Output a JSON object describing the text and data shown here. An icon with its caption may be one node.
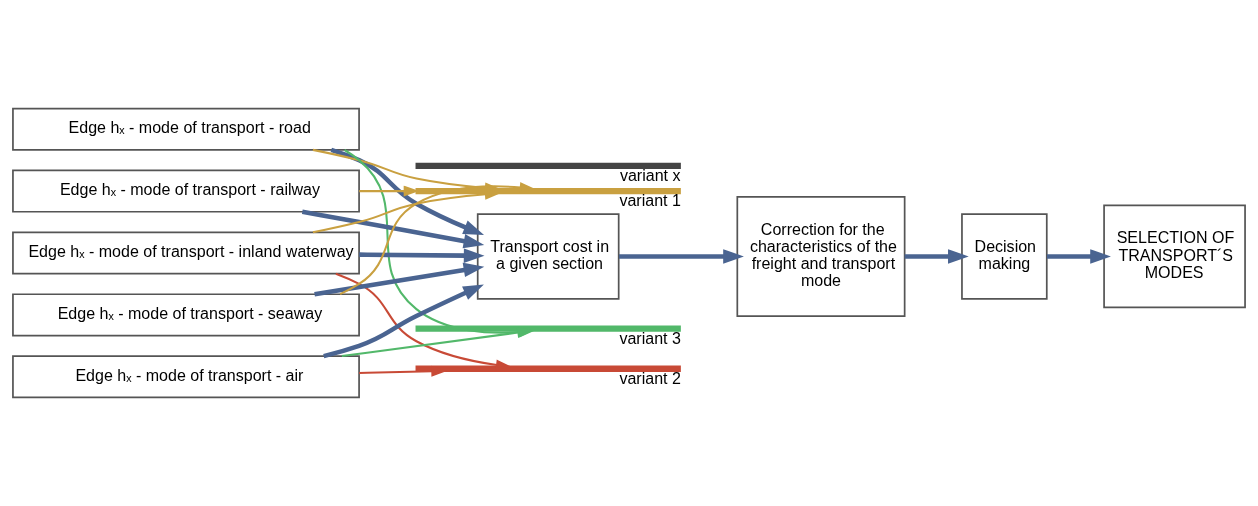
{
  "diagram": {
    "nodes": [
      {
        "text": [
          "Edge hₓ - mode of transport - road"
        ]
      },
      {
        "text": [
          "Edge hₓ - mode of transport - railway"
        ]
      },
      {
        "text": [
          "Edge hₓ - mode of transport - inland waterway"
        ]
      },
      {
        "text": [
          "Edge hₓ - mode of transport - seaway"
        ]
      },
      {
        "text": [
          "Edge hₓ - mode of transport - air"
        ]
      },
      {
        "text": [
          "Transport cost in a given section"
        ]
      },
      {
        "text": [
          "Correction for the characteristics of the freight and transport mode"
        ]
      },
      {
        "text": [
          "Decision making"
        ]
      },
      {
        "text": [
          "SELECTION OF TRANSPORT´S MODES"
        ]
      },
      {
        "text": [],
        "shape": "bar",
        "beside": [
          "variant 1"
        ]
      },
      {
        "text": [],
        "shape": "bar",
        "beside": [
          "variant 2"
        ]
      },
      {
        "text": [],
        "shape": "bar",
        "beside": [
          "variant 3"
        ]
      },
      {
        "text": [],
        "shape": "bar",
        "beside": [
          "variant x"
        ]
      }
    ],
    "edges": [
      {
        "from": 0,
        "to": 5,
        "arrow": "to",
        "style": "thick",
        "color": "#4a6491"
      },
      {
        "from": 1,
        "to": 5,
        "arrow": "to",
        "style": "thick",
        "color": "#4a6491"
      },
      {
        "from": 2,
        "to": 5,
        "arrow": "to",
        "style": "thick",
        "color": "#4a6491"
      },
      {
        "from": 3,
        "to": 5,
        "arrow": "to",
        "style": "thick",
        "color": "#4a6491"
      },
      {
        "from": 4,
        "to": 5,
        "arrow": "to",
        "style": "thick",
        "color": "#4a6491"
      },
      {
        "from": 5,
        "to": 6,
        "arrow": "to",
        "style": "thick",
        "color": "#4a6491"
      },
      {
        "from": 6,
        "to": 7,
        "arrow": "to",
        "style": "thick",
        "color": "#4a6491"
      },
      {
        "from": 7,
        "to": 8,
        "arrow": "to",
        "style": "thick",
        "color": "#4a6491"
      },
      {
        "from": 0,
        "to": 9,
        "arrow": "to",
        "color": "#c9a040"
      },
      {
        "from": 1,
        "to": 9,
        "arrow": "to",
        "color": "#c9a040"
      },
      {
        "from": 2,
        "to": 9,
        "arrow": "to",
        "color": "#c9a040"
      },
      {
        "from": 3,
        "to": 9,
        "arrow": "to",
        "color": "#c9a040"
      },
      {
        "from": 2,
        "to": 10,
        "arrow": "to",
        "color": "#c84a36"
      },
      {
        "from": 4,
        "to": 10,
        "arrow": "to",
        "color": "#c84a36"
      },
      {
        "from": 0,
        "to": 11,
        "arrow": "to",
        "color": "#52b86a"
      },
      {
        "from": 4,
        "to": 11,
        "arrow": "to",
        "color": "#52b86a"
      }
    ]
  }
}
